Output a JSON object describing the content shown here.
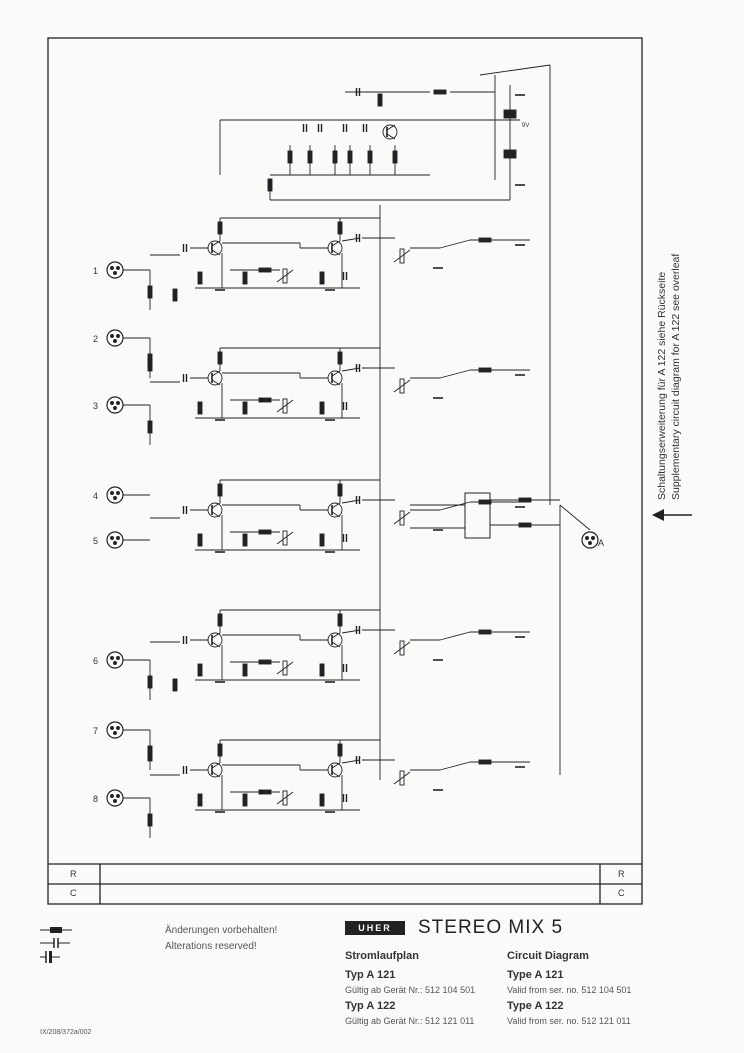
{
  "side_notes": {
    "de": "Schaltungserweiterung für A 122 siehe Rückseite",
    "en": "Supplementary circuit diagram for A 122 see overleaf"
  },
  "rc_row": {
    "r_label": "R",
    "c_label": "C"
  },
  "components": {
    "input_numbers": [
      "1",
      "2",
      "3",
      "4",
      "5",
      "6",
      "7",
      "8"
    ],
    "output_label": "A",
    "battery": "9V"
  },
  "footer": {
    "brand": "UHER",
    "title": "STEREO MIX 5",
    "changes_de": "Änderungen vorbehalten!",
    "changes_en": "Alterations reserved!",
    "stromlaufplan": "Stromlaufplan",
    "circuit_diagram": "Circuit Diagram",
    "typ_a121_de": "Typ A 121",
    "valid_a121_de": "Gültig ab Gerät Nr.: 512 104 501",
    "typ_a122_de": "Typ A 122",
    "valid_a122_de": "Gültig ab Gerät Nr.: 512 121 011",
    "type_a121_en": "Type A 121",
    "valid_a121_en": "Valid from ser. no. 512 104 501",
    "type_a122_en": "Type A 122",
    "valid_a122_en": "Valid from ser. no. 512 121 011",
    "doc_number": "IX/208/372a/002"
  },
  "colors": {
    "ink": "#222222",
    "paper": "#fafaf8"
  }
}
